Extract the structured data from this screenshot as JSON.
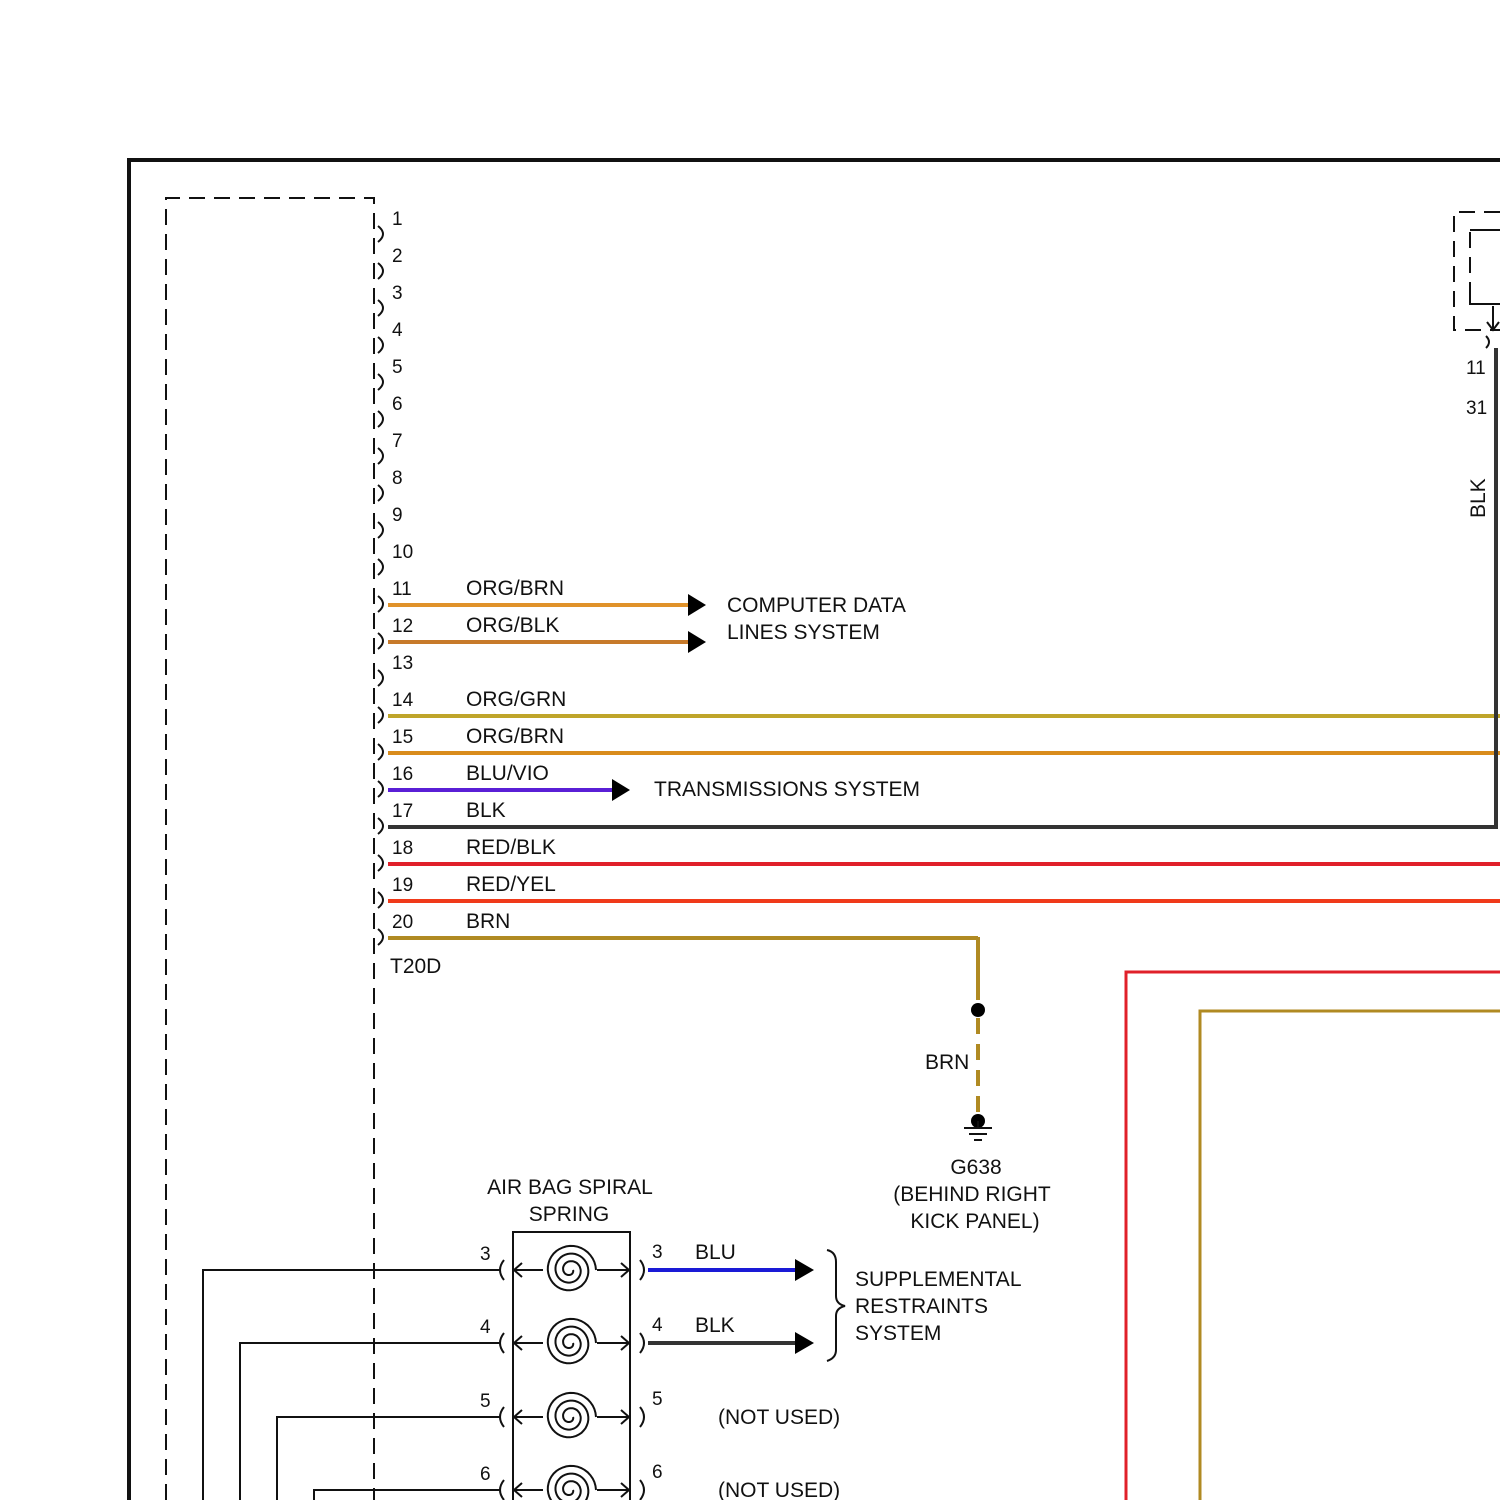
{
  "connector": {
    "name": "T20D",
    "pins": [
      "1",
      "2",
      "3",
      "4",
      "5",
      "6",
      "7",
      "8",
      "9",
      "10",
      "11",
      "12",
      "13",
      "14",
      "15",
      "16",
      "17",
      "18",
      "19",
      "20"
    ]
  },
  "wires": [
    {
      "pin": "11",
      "color": "ORG/BRN",
      "hex": "#e0922a"
    },
    {
      "pin": "12",
      "color": "ORG/BLK",
      "hex": "#c77a2a"
    },
    {
      "pin": "14",
      "color": "ORG/GRN",
      "hex": "#bfa52a"
    },
    {
      "pin": "15",
      "color": "ORG/BRN",
      "hex": "#d98c1c"
    },
    {
      "pin": "16",
      "color": "BLU/VIO",
      "hex": "#5a1fd6"
    },
    {
      "pin": "17",
      "color": "BLK",
      "hex": "#333333"
    },
    {
      "pin": "18",
      "color": "RED/BLK",
      "hex": "#e0202a"
    },
    {
      "pin": "19",
      "color": "RED/YEL",
      "hex": "#f03a1a"
    },
    {
      "pin": "20",
      "color": "BRN",
      "hex": "#b08a22"
    }
  ],
  "systems": {
    "computer_data": [
      "COMPUTER DATA",
      "LINES SYSTEM"
    ],
    "transmissions": "TRANSMISSIONS SYSTEM",
    "supplemental": [
      "SUPPLEMENTAL",
      "RESTRAINTS",
      "SYSTEM"
    ]
  },
  "ground": {
    "wire_color": "BRN",
    "id": "G638",
    "location": [
      "(BEHIND RIGHT",
      "KICK PANEL)"
    ]
  },
  "right_connector": {
    "pins": [
      "11",
      "31"
    ],
    "wire_color": "BLK"
  },
  "spiral_spring": {
    "title": [
      "AIR BAG SPIRAL",
      "SPRING"
    ],
    "left_pins": [
      "3",
      "4",
      "5",
      "6"
    ],
    "right_pins": [
      "3",
      "4",
      "5",
      "6"
    ],
    "outputs": [
      {
        "pin": "3",
        "color": "BLU",
        "hex": "#1a1ad6"
      },
      {
        "pin": "4",
        "color": "BLK",
        "hex": "#333333"
      }
    ],
    "not_used": "(NOT USED)"
  },
  "extra_wires": {
    "red_hex": "#e0202a",
    "brn_hex": "#b08a22"
  }
}
